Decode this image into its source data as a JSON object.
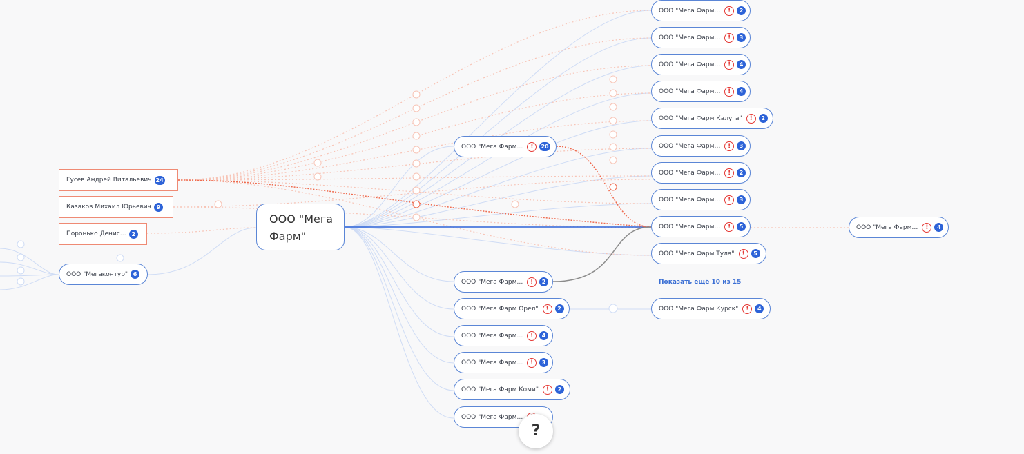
{
  "center": {
    "line1": "ООО \"Мега",
    "line2": "Фарм\""
  },
  "persons": [
    {
      "label": "Гусев Андрей Витальевич",
      "count": "24"
    },
    {
      "label": "Казаков Михаил Юрьевич",
      "count": "9"
    },
    {
      "label": "Поронько Денис…",
      "count": "2"
    }
  ],
  "left_company": {
    "label": "ООО \"Мегаконтур\"",
    "count": "6"
  },
  "mid_nodes": [
    {
      "label": "ООО \"Мега Фарм…",
      "warn": true,
      "count": "20"
    },
    {
      "label": "ООО \"Мега Фарм…",
      "warn": true,
      "count": "2"
    },
    {
      "label": "ООО \"Мега Фарм Орёл\"",
      "warn": true,
      "count": "2"
    },
    {
      "label": "ООО \"Мега Фарм…",
      "warn": true,
      "count": "4"
    },
    {
      "label": "ООО \"Мега Фарм…",
      "warn": true,
      "count": "3"
    },
    {
      "label": "ООО \"Мега Фарм Коми\"",
      "warn": true,
      "count": "2"
    },
    {
      "label": "ООО \"Мега Фарм…",
      "warn": true,
      "count": ""
    }
  ],
  "right_nodes": [
    {
      "label": "ООО \"Мега Фарм…",
      "warn": true,
      "count": "2"
    },
    {
      "label": "ООО \"Мега Фарм…",
      "warn": true,
      "count": "3"
    },
    {
      "label": "ООО \"Мега Фарм…",
      "warn": true,
      "count": "4"
    },
    {
      "label": "ООО \"Мега Фарм…",
      "warn": true,
      "count": "4"
    },
    {
      "label": "ООО \"Мега Фарм Калуга\"",
      "warn": true,
      "count": "2"
    },
    {
      "label": "ООО \"Мега Фарм…",
      "warn": true,
      "count": "3"
    },
    {
      "label": "ООО \"Мега Фарм…",
      "warn": true,
      "count": "2"
    },
    {
      "label": "ООО \"Мега Фарм…",
      "warn": true,
      "count": "3"
    },
    {
      "label": "ООО \"Мега Фарм…",
      "warn": true,
      "count": "5"
    },
    {
      "label": "ООО \"Мега Фарм Тула\"",
      "warn": true,
      "count": "5"
    },
    {
      "label": "ООО \"Мега Фарм Курск\"",
      "warn": true,
      "count": "4"
    }
  ],
  "far_node": {
    "label": "ООО \"Мега Фарм…",
    "warn": true,
    "count": "4"
  },
  "show_more": "Показать ещё 10 из 15",
  "help": "?",
  "colors": {
    "accent": "#2d63d8",
    "risk": "#ef6b4f",
    "border": "#5b86d6"
  }
}
